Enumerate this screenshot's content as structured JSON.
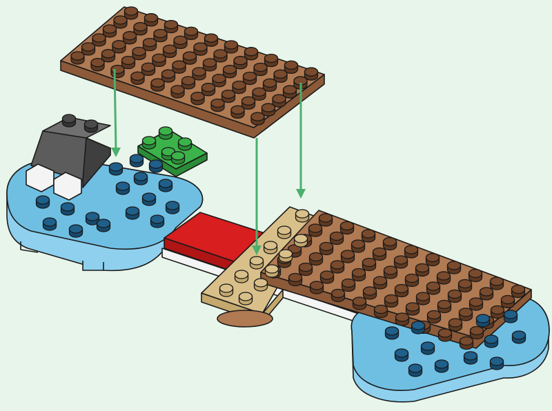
{
  "colors": {
    "background": "#e8f5ea",
    "outline": "#1a1a1a",
    "arrow": "#4caf6e",
    "brown_top": "#b07a53",
    "brown_side": "#8c5a38",
    "brown_stud": "#7a4a2c",
    "blue_top": "#6fbfe3",
    "blue_side": "#8fd0ee",
    "blue_stud": "#1f5f8a",
    "tan_top": "#d9c08a",
    "tan_side": "#c4a86e",
    "green_top": "#3cb34a",
    "green_side": "#2a8c37",
    "dark_gray_top": "#5c5c5c",
    "dark_gray_side": "#3f3f3f",
    "red_top": "#d81e1e",
    "white": "#f4f4f4"
  },
  "parts": [
    {
      "name": "brown-plate-6x10",
      "color": "brown",
      "role": "to-be-placed"
    },
    {
      "name": "brown-plate-6x10",
      "color": "brown",
      "role": "placed"
    },
    {
      "name": "light-blue-rounded-plate",
      "color": "light blue",
      "count": 2
    },
    {
      "name": "tan-plate-2x4",
      "color": "tan"
    },
    {
      "name": "red-tile",
      "color": "red"
    },
    {
      "name": "green-plate-2x3",
      "color": "green"
    },
    {
      "name": "dark-gray-slope-2x2",
      "color": "dark gray"
    },
    {
      "name": "white-slope-tile",
      "color": "white",
      "count": 2
    }
  ],
  "arrows": 3
}
